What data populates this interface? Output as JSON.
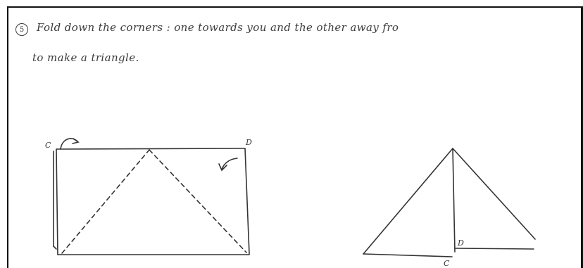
{
  "instructions": {
    "step_number": "5",
    "line1": "Fold down the corners : one towards you and the other away fro",
    "line2": "to make a triangle."
  },
  "left_figure": {
    "corner_left_label": "C",
    "corner_right_label": "D"
  },
  "right_figure": {
    "inner_label": "D",
    "bottom_label": "C"
  }
}
